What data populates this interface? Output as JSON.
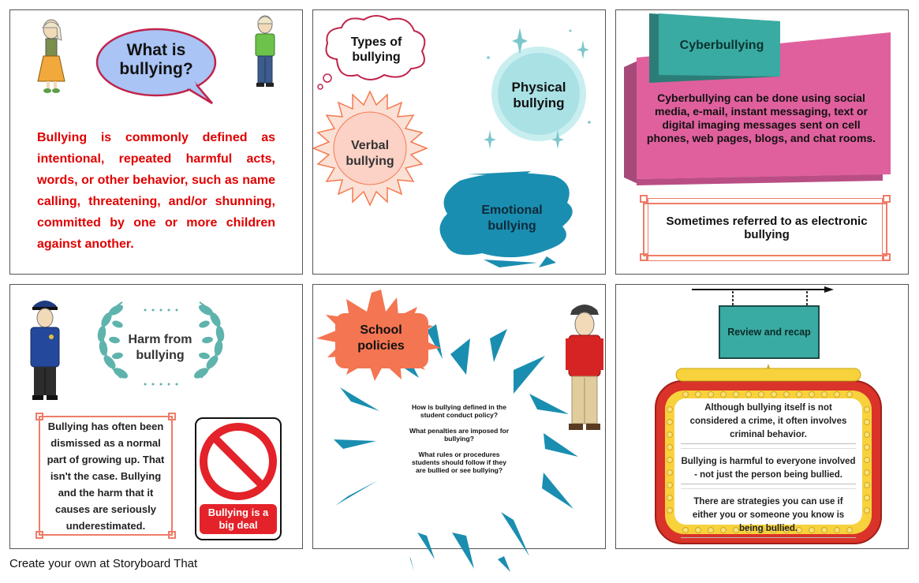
{
  "panel1": {
    "bubble_title": "What is bullying?",
    "definition": "Bullying is commonly defined as intentional, repeated harmful acts, words, or other behavior, such as name calling, threatening, and/or shunning, committed by one or more children against another."
  },
  "panel2": {
    "cloud_title": "Types of bullying",
    "verbal": "Verbal bullying",
    "physical": "Physical bullying",
    "emotional": "Emotional bullying"
  },
  "panel3": {
    "tab_title": "Cyberbullying",
    "description": "Cyberbullying can be done using social media, e-mail, instant messaging, text or digital imaging messages sent on cell phones, web pages, blogs, and chat rooms.",
    "note": "Sometimes referred to as electronic bullying"
  },
  "panel4": {
    "wreath_title": "Harm from bullying",
    "text": "Bullying has often been dismissed as a normal part of growing up. That isn't the case. Bullying and the harm that it causes are seriously underestimated.",
    "sign_label": "Bullying is a big deal"
  },
  "panel5": {
    "burst_title": "School policies",
    "questions": [
      "How is bullying defined in the student conduct policy?",
      "What penalties are imposed for bullying?",
      "What rules or procedures students should follow if they are bullied or see bullying?"
    ]
  },
  "panel6": {
    "sign_title": "Review and recap",
    "points": [
      "Although bullying itself is not considered a crime, it often involves criminal behavior.",
      "Bullying is harmful to everyone involved - not just the person being bullied.",
      "There are strategies you can use if either you or someone you know is being bullied."
    ]
  },
  "footer": {
    "text": "Create your own at Storyboard That"
  },
  "colors": {
    "red_text": "#e00000",
    "teal": "#3a9a9a",
    "pink": "#e0609e",
    "coral": "#f07a5c",
    "speech_blue": "#a9c4f5",
    "marquee_red": "#d9332a",
    "marquee_yellow": "#f7d23c"
  }
}
